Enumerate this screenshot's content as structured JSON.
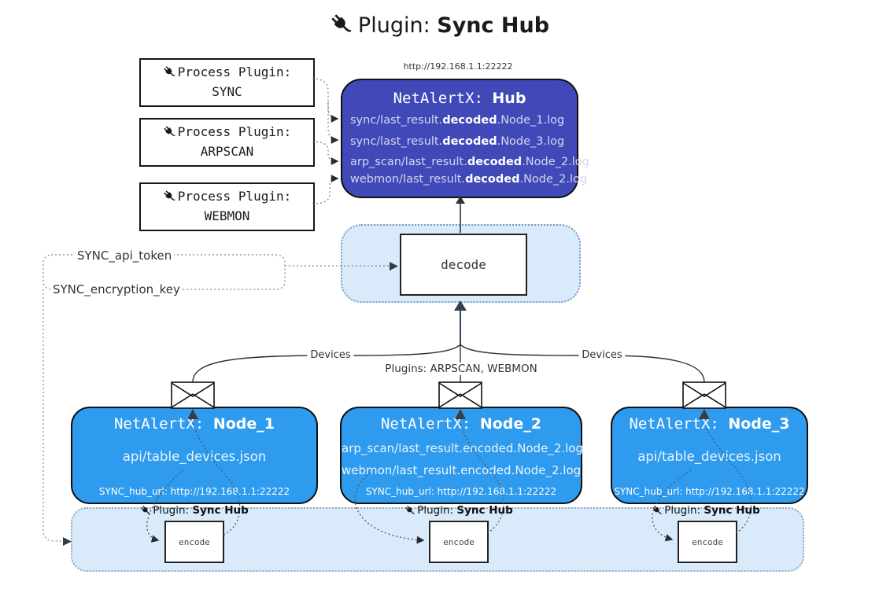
{
  "title": {
    "prefix": "Plugin: ",
    "bold": "Sync Hub"
  },
  "hub": {
    "url": "http://192.168.1.1:22222",
    "name_prefix": "NetAlertX: ",
    "name_bold": "Hub",
    "lines": [
      {
        "pre": "sync/last_result.",
        "bold": "decoded",
        "post": ".Node_1.log"
      },
      {
        "pre": "sync/last_result.",
        "bold": "decoded",
        "post": ".Node_3.log"
      },
      {
        "pre": "arp_scan/last_result.",
        "bold": "decoded",
        "post": ".Node_2.log"
      },
      {
        "pre": "webmon/last_result.",
        "bold": "decoded",
        "post": ".Node_2.log"
      }
    ]
  },
  "process_plugins": [
    {
      "label": "Process Plugin:",
      "name": "SYNC"
    },
    {
      "label": "Process Plugin:",
      "name": "ARPSCAN"
    },
    {
      "label": "Process Plugin:",
      "name": "WEBMON"
    }
  ],
  "decode": {
    "label": "decode"
  },
  "keys": {
    "api_token": "SYNC_api_token",
    "encryption_key": "SYNC_encryption_key"
  },
  "edges": {
    "devices_left": "Devices",
    "devices_right": "Devices",
    "plugins_mid": "Plugins: ARPSCAN, WEBMON"
  },
  "nodes": [
    {
      "name_prefix": "NetAlertX: ",
      "name_bold": "Node_1",
      "files": [
        "api/table_devices.json"
      ],
      "hub_url": "SYNC_hub_url: http://192.168.1.1:22222"
    },
    {
      "name_prefix": "NetAlertX: ",
      "name_bold": "Node_2",
      "files": [
        "arp_scan/last_result.encoded.Node_2.log",
        "webmon/last_result.encoded.Node_2.log"
      ],
      "hub_url": "SYNC_hub_url: http://192.168.1.1:22222"
    },
    {
      "name_prefix": "NetAlertX: ",
      "name_bold": "Node_3",
      "files": [
        "api/table_devices.json"
      ],
      "hub_url": "SYNC_hub_url: http://192.168.1.1:22222"
    }
  ],
  "encoders": [
    {
      "plugin_prefix": "Plugin: ",
      "plugin_bold": "Sync Hub",
      "box": "encode"
    },
    {
      "plugin_prefix": "Plugin: ",
      "plugin_bold": "Sync Hub",
      "box": "encode"
    },
    {
      "plugin_prefix": "Plugin: ",
      "plugin_bold": "Sync Hub",
      "box": "encode"
    }
  ],
  "icons": {
    "plug": "plug-icon",
    "envelope": "envelope-icon"
  },
  "colors": {
    "hub": "#4149b8",
    "node": "#2e9bee",
    "zone_fill": "#d9eafb",
    "zone_border": "#7e9dc0",
    "line": "#333333"
  }
}
